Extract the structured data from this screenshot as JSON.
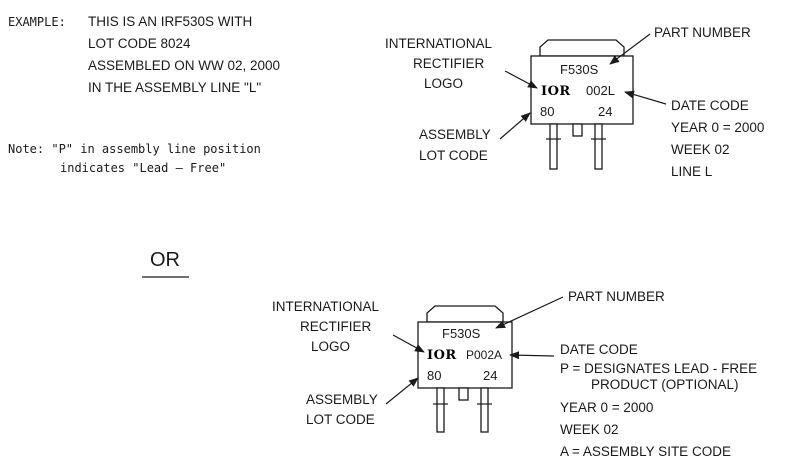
{
  "example": {
    "label": "EXAMPLE:",
    "lines": [
      "THIS IS AN IRF530S WITH",
      "LOT CODE 8024",
      "ASSEMBLED ON WW 02, 2000",
      "IN THE ASSEMBLY LINE \"L\""
    ]
  },
  "note": {
    "lines": [
      "Note:  \"P\" in assembly line position",
      "indicates \"Lead – Free\""
    ]
  },
  "or_label": "OR",
  "package1": {
    "part": "F530S",
    "logo": "IOR",
    "code": "002L",
    "lot_left": "80",
    "lot_right": "24",
    "label_logo": [
      "INTERNATIONAL",
      "RECTIFIER",
      "LOGO"
    ],
    "label_part": "PART NUMBER",
    "label_date": [
      "DATE CODE",
      "YEAR 0 = 2000",
      "WEEK 02",
      "LINE L"
    ],
    "label_lot": [
      "ASSEMBLY",
      "LOT CODE"
    ]
  },
  "package2": {
    "part": "F530S",
    "logo": "IOR",
    "code": "P002A",
    "lot_left": "80",
    "lot_right": "24",
    "label_logo": [
      "INTERNATIONAL",
      "RECTIFIER",
      "LOGO"
    ],
    "label_part": "PART NUMBER",
    "label_date": [
      "DATE CODE",
      "P = DESIGNATES LEAD - FREE",
      "PRODUCT (OPTIONAL)",
      "YEAR 0 = 2000",
      "WEEK 02",
      "A = ASSEMBLY SITE CODE"
    ],
    "label_lot": [
      "ASSEMBLY",
      "LOT CODE"
    ]
  }
}
